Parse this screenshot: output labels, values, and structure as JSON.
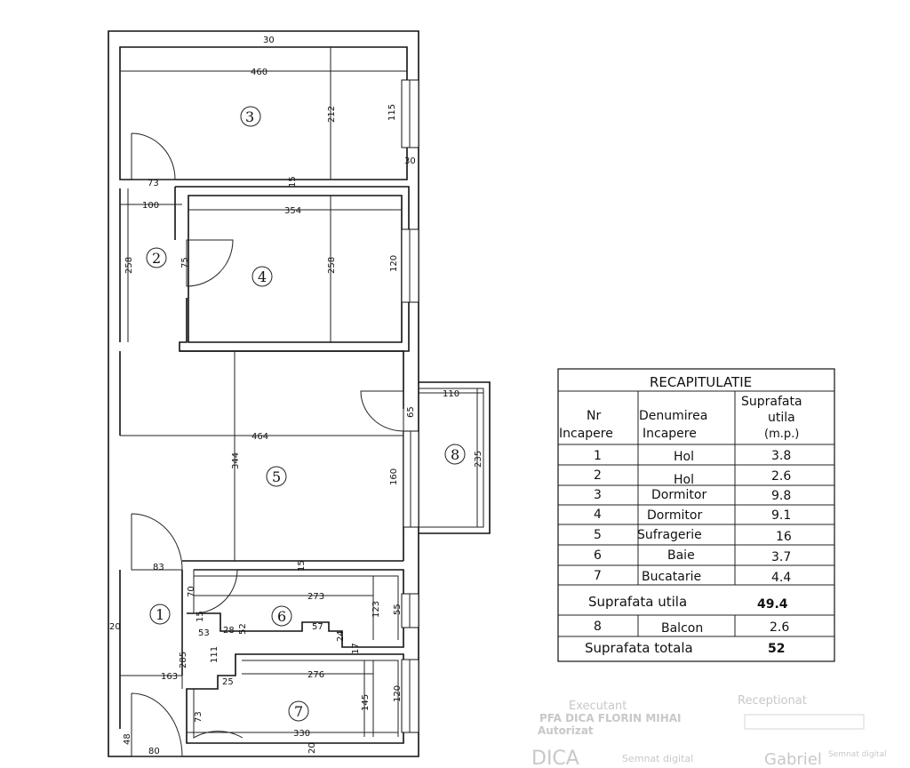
{
  "dimensions": {
    "top_wall": "30",
    "r3_width": "460",
    "r3_height": "212",
    "r3_window": "115",
    "r3_wall": "30",
    "door_73": "73",
    "wall_15_top": "15",
    "hall_100": "100",
    "r4_width": "354",
    "r2_height": "258",
    "door_75": "75",
    "r4_height": "258",
    "r4_window": "120",
    "balcony_110": "110",
    "balcony_65": "65",
    "r5_width": "464",
    "r5_height": "344",
    "balcony_235": "235",
    "r5_window": "160",
    "door_83": "83",
    "wall_15_mid": "15",
    "door_70": "70",
    "r6_width": "273",
    "r6_height": "123",
    "r6_window": "55",
    "wall_20_left": "20",
    "d15": "15",
    "d53": "53",
    "d28": "28",
    "d52": "52",
    "d57": "57",
    "d24": "24",
    "d17": "17",
    "r1_height": "285",
    "d111": "111",
    "d25": "25",
    "r1_163": "163",
    "r7_276": "276",
    "r7_height": "145",
    "r7_window": "120",
    "door_73b": "73",
    "r7_width": "330",
    "wall_48": "48",
    "door_80": "80",
    "wall_20_bottom": "20"
  },
  "rooms": [
    "1",
    "2",
    "3",
    "4",
    "5",
    "6",
    "7",
    "8"
  ],
  "table": {
    "title": "RECAPITULATIE",
    "col_nr": [
      "Nr",
      "Incapere"
    ],
    "col_name": [
      "Denumirea",
      "Incapere"
    ],
    "col_area": [
      "Suprafata",
      "utila",
      "(m.p.)"
    ],
    "rows": [
      {
        "nr": "1",
        "name": "Hol",
        "area": "3.8"
      },
      {
        "nr": "2",
        "name": "Hol",
        "area": "2.6"
      },
      {
        "nr": "3",
        "name": "Dormitor",
        "area": "9.8"
      },
      {
        "nr": "4",
        "name": "Dormitor",
        "area": "9.1"
      },
      {
        "nr": "5",
        "name": "Sufragerie",
        "area": "16"
      },
      {
        "nr": "6",
        "name": "Baie",
        "area": "3.7"
      },
      {
        "nr": "7",
        "name": "Bucatarie",
        "area": "4.4"
      }
    ],
    "util_label": "Suprafata utila",
    "util_value": "49.4",
    "balcony": {
      "nr": "8",
      "name": "Balcon",
      "area": "2.6"
    },
    "total_label": "Suprafata totala",
    "total_value": "52"
  },
  "stamps": {
    "executant": "Executant",
    "pfa": "PFA DICA FLORIN MIHAI",
    "autorizat": "Autorizat",
    "dica": "DICA",
    "semnat": "Semnat digital",
    "receptionat": "Receptionat",
    "gabriel": "Gabriel",
    "semnat_right": "Semnat digital"
  }
}
